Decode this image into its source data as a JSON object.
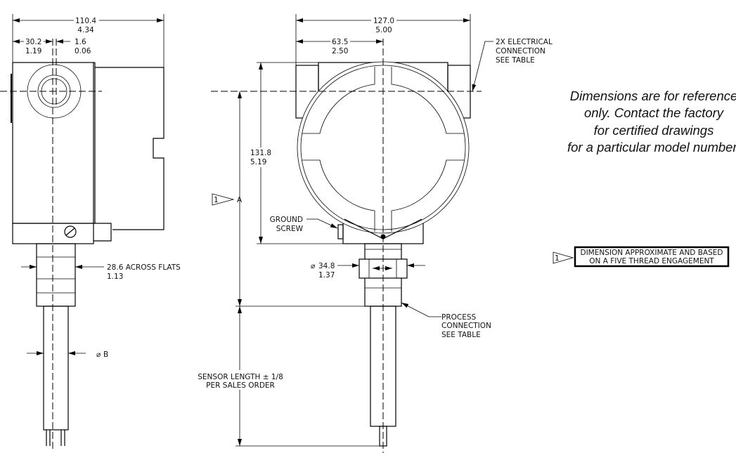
{
  "side_view": {
    "overall_width_mm": "110.4",
    "overall_width_in": "4.34",
    "offset_mm": "30.2",
    "offset_in": "1.19",
    "gap_mm": "1.6",
    "gap_in": "0.06",
    "flats_label": "28.6 ACROSS FLATS",
    "flats_in": "1.13",
    "probe_dia_label": "B"
  },
  "front_view": {
    "overall_width_mm": "127.0",
    "overall_width_in": "5.00",
    "half_width_mm": "63.5",
    "half_width_in": "2.50",
    "electrical_callout": [
      "2X ELECTRICAL",
      "CONNECTION",
      "SEE TABLE"
    ],
    "height_mm": "131.8",
    "height_in": "5.19",
    "dim_a_label": "A",
    "flag_number": "1",
    "ground_screw": [
      "GROUND",
      "SCREW"
    ],
    "hex_dia_mm": "34.8",
    "hex_dia_in": "1.37",
    "process_callout": [
      "PROCESS",
      "CONNECTION",
      "SEE TABLE"
    ],
    "sensor_length": [
      "SENSOR LENGTH ± 1/8",
      "PER SALES ORDER"
    ]
  },
  "notes": {
    "reference_text": [
      "Dimensions are for reference",
      "only. Contact the factory",
      "for certified drawings",
      "for a particular model number."
    ],
    "flag_number": "1",
    "flag_note": [
      "DIMENSION APPROXIMATE AND BASED",
      "ON A FIVE THREAD ENGAGEMENT"
    ]
  }
}
